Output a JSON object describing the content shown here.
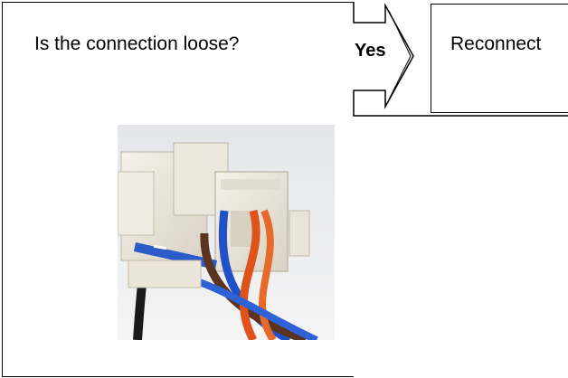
{
  "flowchart": {
    "question": "Is the connection loose?",
    "branch_label": "Yes",
    "action": "Reconnect"
  },
  "photo": {
    "subject": "wire-harness-connector-photo",
    "wire_colors": [
      "#1f52c8",
      "#e0521c",
      "#5a3420",
      "#1a1a1a"
    ]
  }
}
